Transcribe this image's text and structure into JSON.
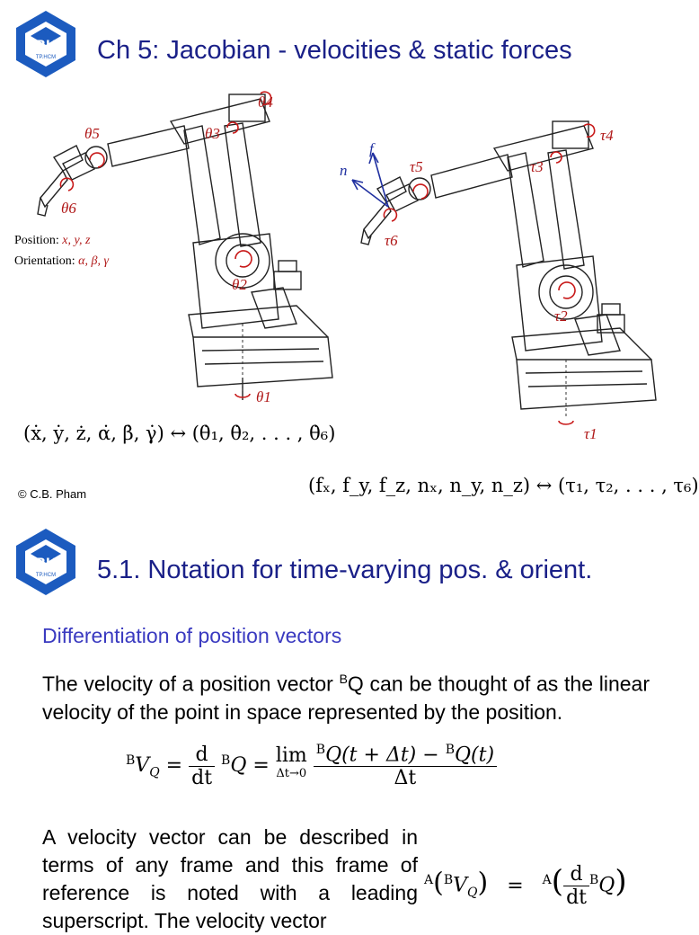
{
  "slide1": {
    "title": "Ch 5: Jacobian - velocities & static forces",
    "logo": {
      "text": "BK",
      "subtext": "TP.HCM",
      "color": "#1c5bbf"
    },
    "left_robot": {
      "theta1": "θ1",
      "theta2": "θ2",
      "theta3": "θ3",
      "theta4": "θ4",
      "theta5": "θ5",
      "theta6": "θ6"
    },
    "right_robot": {
      "tau1": "τ1",
      "tau2": "τ2",
      "tau3": "τ3",
      "tau4": "τ4",
      "tau5": "τ5",
      "tau6": "τ6",
      "f": "f",
      "n": "n"
    },
    "position_label": "Position:",
    "position_vars": "x, y, z",
    "orientation_label": "Orientation:",
    "orientation_vars": "α, β, γ",
    "velocity_map": "(ẋ, ẏ, ż, α̇, β̇, γ̇) ↔ (θ̇₁, θ̇₂, . . . , θ̇₆)",
    "force_map": "(fₓ, f_y, f_z, nₓ, n_y, n_z) ↔ (τ₁, τ₂, . . . , τ₆)",
    "copyright": "© C.B. Pham"
  },
  "slide2": {
    "title": "5.1. Notation for time-varying pos. & orient.",
    "subheading": "Differentiation of position vectors",
    "para1_a": "The velocity of a position vector ",
    "para1_sup": "B",
    "para1_b": "Q can be thought of as the linear velocity of the point in space represented by the position.",
    "para2": "A velocity vector can be described in terms of any frame and this frame of reference is noted with a leading superscript. The velocity vector",
    "eq1": {
      "lhs_sup": "B",
      "lhs_var": "V",
      "lhs_sub": "Q",
      "d": "d",
      "dt": "dt",
      "q_sup": "B",
      "q": "Q",
      "lim": "lim",
      "lim_sub": "Δt→0",
      "num": "Q(t + Δt) − ",
      "num_sup": "B",
      "num_tail": "Q(t)",
      "den": "Δt"
    },
    "eq2": {
      "a_sup": "A",
      "b_sup": "B",
      "v": "V",
      "q_sub": "Q",
      "eq": "=",
      "d": "d",
      "dt": "dt",
      "q": "Q"
    }
  }
}
